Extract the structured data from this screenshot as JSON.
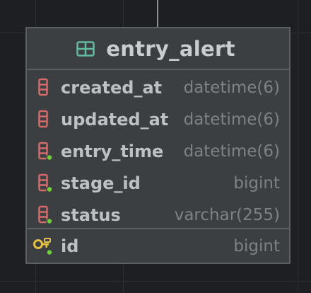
{
  "table": {
    "name": "entry_alert",
    "icon": "table-grid-icon",
    "columns": [
      {
        "name": "created_at",
        "type": "datetime(6)",
        "icon": "column-icon",
        "foreign_key_dot": false
      },
      {
        "name": "updated_at",
        "type": "datetime(6)",
        "icon": "column-icon",
        "foreign_key_dot": false
      },
      {
        "name": "entry_time",
        "type": "datetime(6)",
        "icon": "column-icon",
        "foreign_key_dot": true
      },
      {
        "name": "stage_id",
        "type": "bigint",
        "icon": "column-icon",
        "foreign_key_dot": true
      },
      {
        "name": "status",
        "type": "varchar(255)",
        "icon": "column-icon",
        "foreign_key_dot": true
      }
    ],
    "primary_key": {
      "name": "id",
      "type": "bigint",
      "icon": "primary-key-icon"
    }
  },
  "colors": {
    "background": "#1e1f22",
    "table_fill": "#3c3f41",
    "border": "#5b5e63",
    "column_icon": "#d46a6a",
    "key_icon": "#e6c045",
    "dot": "#6fcf3a",
    "table_icon": "#64b8a4"
  }
}
